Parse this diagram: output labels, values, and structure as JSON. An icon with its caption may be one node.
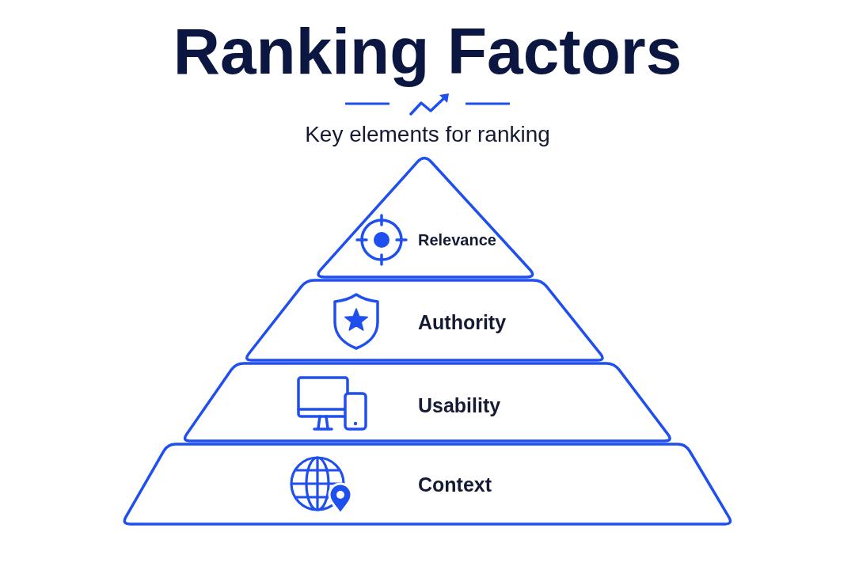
{
  "diagram": {
    "title": "Ranking Factors",
    "nodes": [
      {
        "text": [
          "Relevance"
        ]
      },
      {
        "text": [
          "Authority"
        ]
      },
      {
        "text": [
          "Usability"
        ]
      },
      {
        "text": [
          "Context"
        ]
      }
    ],
    "labels": [
      "Key elements for ranking"
    ]
  }
}
